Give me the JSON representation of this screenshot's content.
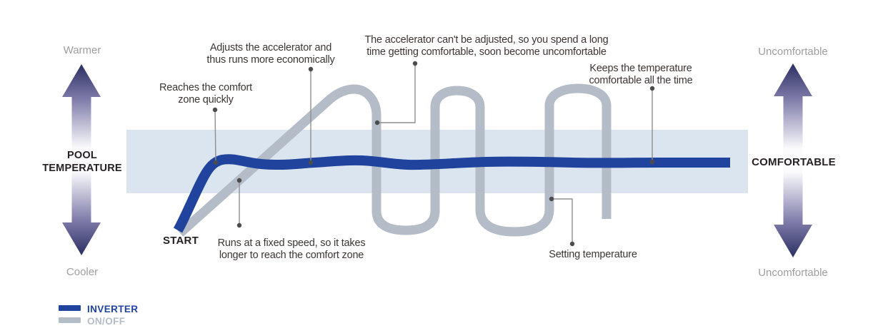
{
  "colors": {
    "inverter-blue": "#20449e",
    "onoff-gray": "#b4bdc7",
    "comfort-band": "#dbe5ef",
    "arrow-dark": "#2c2f62",
    "arrow-mid": "#7d7aa8",
    "arrow-light": "#fbfbfd",
    "annotation-text": "#3c3533",
    "title-text": "#262123",
    "axis-text": "#9e9e9e",
    "leader-gray": "#8e8e8e",
    "dot-gray": "#4c4c4c"
  },
  "left_scale": {
    "top": "Warmer",
    "bottom": "Cooler",
    "title_line1": "POOL",
    "title_line2": "TEMPERATURE"
  },
  "right_scale": {
    "top": "Uncomfortable",
    "bottom": "Uncomfortable",
    "title": "COMFORTABLE"
  },
  "start_label": "START",
  "annotations": {
    "reaches_comfort": {
      "line1": "Reaches the comfort",
      "line2": "zone quickly"
    },
    "adjusts_accelerator": {
      "line1": "Adjusts the accelerator and",
      "line2": "thus runs more economically"
    },
    "cant_adjust": {
      "line1": "The accelerator can't be adjusted, so you spend a long",
      "line2": "time getting comfortable, soon become uncomfortable"
    },
    "keeps_comfortable": {
      "line1": "Keeps the temperature",
      "line2": "comfortable all the time"
    },
    "fixed_speed": {
      "line1": "Runs at a fixed speed, so it takes",
      "line2": "longer to reach the comfort zone"
    },
    "setting_temperature": {
      "label": "Setting temperature"
    }
  },
  "legend": {
    "inverter": "INVERTER",
    "onoff": "ON/OFF"
  }
}
